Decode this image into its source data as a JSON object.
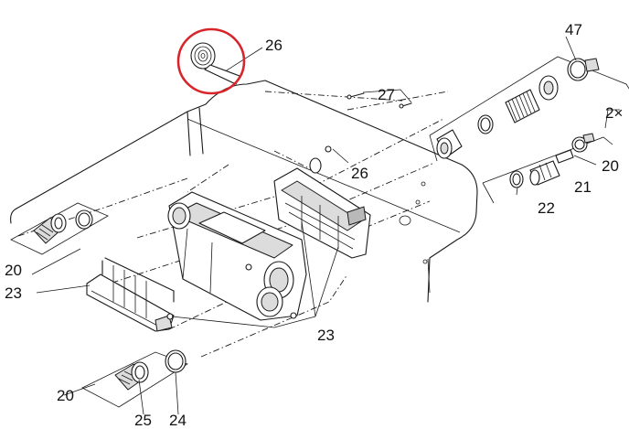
{
  "diagram": {
    "highlight_color": "#d6262b",
    "labels": {
      "l26_top": "26",
      "l47": "47",
      "l2x": "2×",
      "l27": "27",
      "l26_mid": "26",
      "l20_right": "20",
      "l21": "21",
      "l22": "22",
      "l20_left": "20",
      "l23_left": "23",
      "l23_bottom": "23",
      "l20_bottom": "20",
      "l25": "25",
      "l24": "24"
    }
  }
}
